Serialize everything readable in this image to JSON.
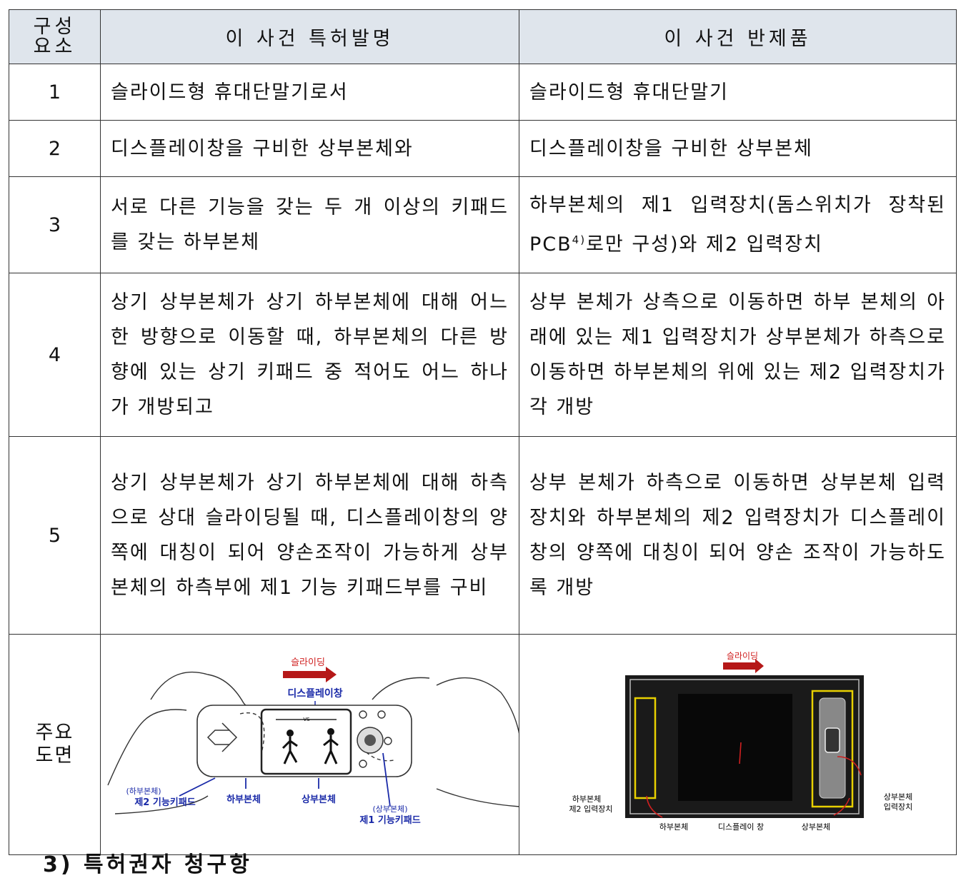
{
  "headers": [
    "구성\n요소",
    "이 사건 특허발명",
    "이 사건 반제품"
  ],
  "rows": [
    {
      "num": "1",
      "patent": "슬라이드형 휴대단말기로서",
      "product": "슬라이드형 휴대단말기"
    },
    {
      "num": "2",
      "patent": "디스플레이창을 구비한 상부본체와",
      "product": "디스플레이창을 구비한 상부본체"
    },
    {
      "num": "3",
      "patent": "서로 다른 기능을 갖는 두 개 이상의 키패드를 갖는 하부본체",
      "product_pre": "하부본체의 제1 입력장치(돔스위치가 장착된 PCB",
      "product_sup": "4)",
      "product_post": "로만 구성)와 제2 입력장치"
    },
    {
      "num": "4",
      "patent": "상기 상부본체가 상기 하부본체에 대해 어느 한 방향으로 이동할 때, 하부본체의 다른 방향에 있는 상기 키패드 중 적어도 어느 하나가 개방되고",
      "product": "상부 본체가 상측으로 이동하면 하부 본체의 아래에 있는 제1 입력장치가 상부본체가 하측으로 이동하면 하부본체의 위에 있는 제2 입력장치가 각 개방"
    },
    {
      "num": "5",
      "patent": "상기 상부본체가 상기 하부본체에 대해 하측으로 상대 슬라이딩될 때, 디스플레이창의 양쪽에 대칭이 되어 양손조작이 가능하게 상부본체의 하측부에 제1 기능 키패드부를 구비",
      "product": "상부 본체가 하측으로 이동하면 상부본체 입력장치와 하부본체의 제2 입력장치가 디스플레이 창의 양쪽에 대칭이 되어 양손 조작이 가능하도록 개방"
    }
  ],
  "figure_row": {
    "label": "주요\n도면",
    "patent_fig": {
      "slide": "슬라이딩",
      "display": "디스플레이창",
      "vs": "VS",
      "lower_body_paren": "(하부본체)",
      "second_keypad": "제2 기능키패드",
      "lower_body": "하부본체",
      "upper_body": "상부본체",
      "upper_body_paren": "(상부본체)",
      "first_keypad": "제1 기능키패드"
    },
    "product_fig": {
      "slide": "슬라이딩",
      "lower_input_1": "하부본체",
      "lower_input_2": "제2 입력장치",
      "lower_body": "하부본체",
      "display": "디스플레이 창",
      "upper_body": "상부본체",
      "upper_input_1": "상부본체",
      "upper_input_2": "입력장치"
    }
  },
  "footer_text": "3) 특허권자 청구항"
}
